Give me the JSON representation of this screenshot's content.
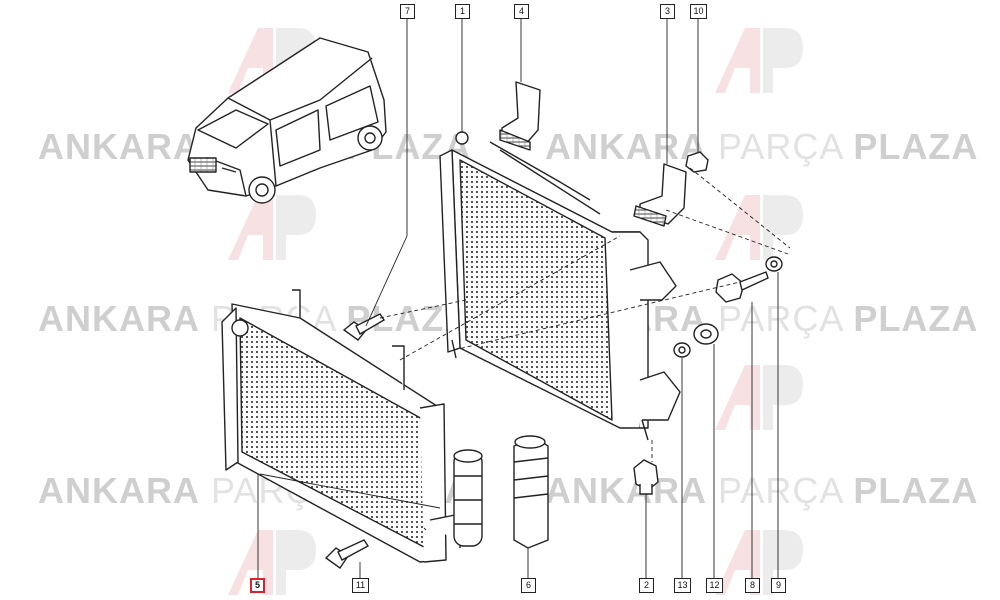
{
  "watermark": {
    "word1": "ANKARA",
    "word2": "PARÇA",
    "word3": "PLAZA",
    "logo_colors": [
      "#f3c9cc",
      "#dddddd"
    ]
  },
  "callouts": [
    {
      "id": "c7",
      "label": "7"
    },
    {
      "id": "c1",
      "label": "1"
    },
    {
      "id": "c4",
      "label": "4"
    },
    {
      "id": "c3",
      "label": "3"
    },
    {
      "id": "c10",
      "label": "10"
    },
    {
      "id": "c5",
      "label": "5",
      "highlighted": true
    },
    {
      "id": "c11",
      "label": "11"
    },
    {
      "id": "c6",
      "label": "6"
    },
    {
      "id": "c2",
      "label": "2"
    },
    {
      "id": "c13",
      "label": "13"
    },
    {
      "id": "c12",
      "label": "12"
    },
    {
      "id": "c8",
      "label": "8"
    },
    {
      "id": "c9",
      "label": "9"
    }
  ],
  "colors": {
    "line": "#222222",
    "highlight": "#e0202a"
  }
}
